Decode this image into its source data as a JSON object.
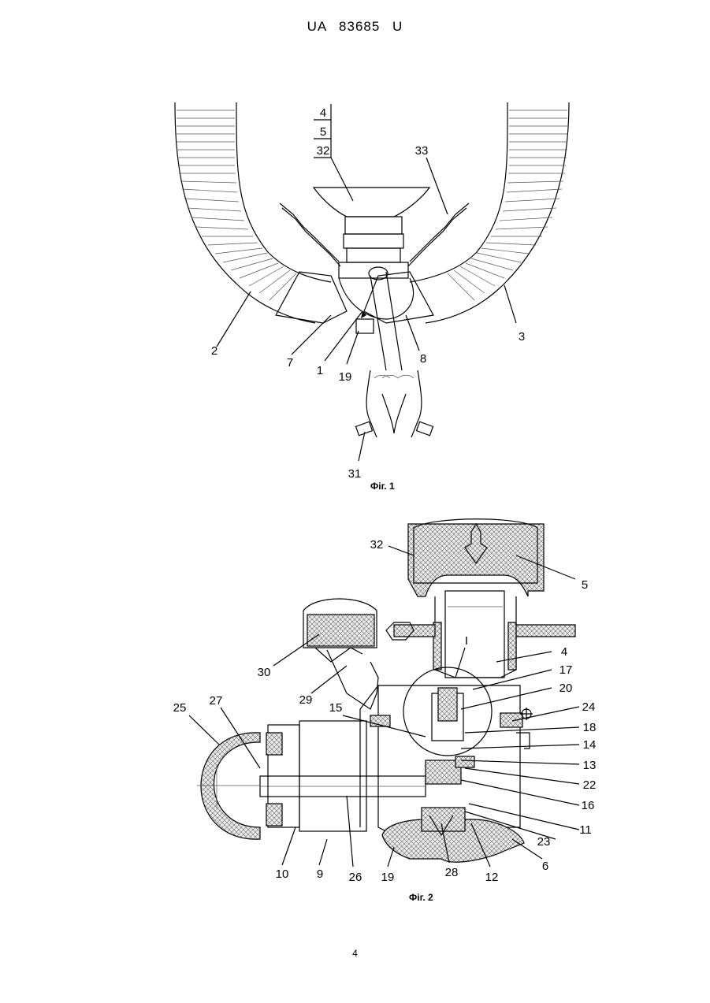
{
  "header": "UA   83685   U",
  "figure1": {
    "caption": "Фіг. 1",
    "callouts": [
      "4",
      "5",
      "32",
      "33",
      "2",
      "7",
      "1",
      "19",
      "8",
      "3",
      "31"
    ]
  },
  "figure2": {
    "caption": "Фіг. 2",
    "detail_marker": "I",
    "callouts": [
      "32",
      "5",
      "4",
      "30",
      "17",
      "20",
      "29",
      "24",
      "25",
      "27",
      "15",
      "18",
      "14",
      "13",
      "22",
      "16",
      "11",
      "23",
      "10",
      "9",
      "26",
      "19",
      "28",
      "12",
      "6"
    ]
  },
  "page_number": "4"
}
